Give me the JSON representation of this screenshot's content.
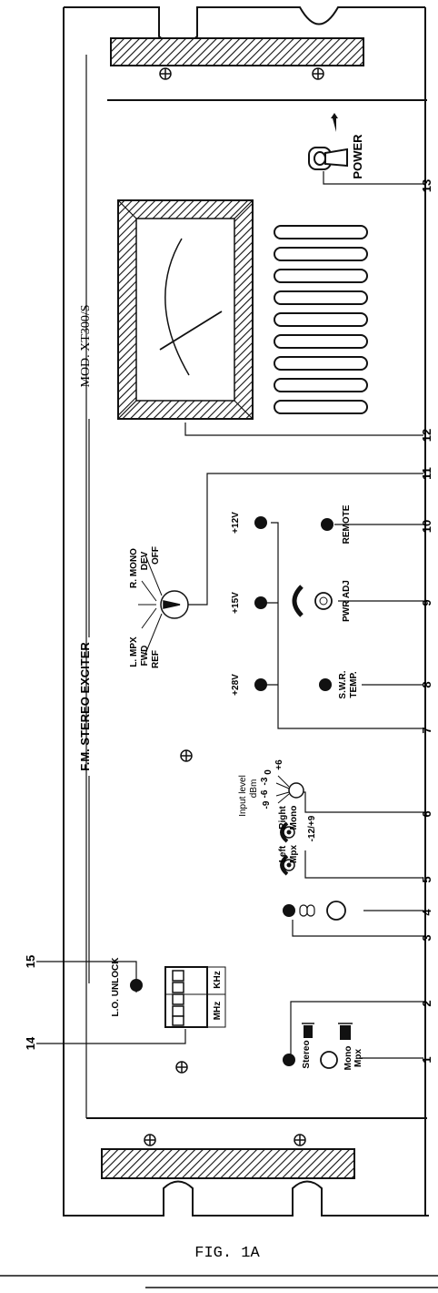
{
  "figure": {
    "caption": "FIG. 1A"
  },
  "panel": {
    "title": "F.M. STEREO EXCITER",
    "model": "MOD. XT300/S"
  },
  "power_switch": {
    "label": "POWER",
    "arrow": "↑"
  },
  "selector": {
    "labels": [
      "L. MPX",
      "FWD",
      "REF",
      "R. MONO",
      "DEV",
      "OFF"
    ]
  },
  "test_points": [
    "+28V",
    "+15V",
    "+12V"
  ],
  "pwr_adj": {
    "label": "PWR ADJ"
  },
  "leds": {
    "swr": "S.W.R.",
    "temp": "TEMP.",
    "remote": "REMOTE",
    "lo_unlock": "L.O. UNLOCK"
  },
  "input_level": {
    "title": "Input level",
    "unit": "dBm",
    "scale": [
      "-9",
      "-6",
      "-3",
      "0",
      "+6"
    ],
    "range": "-12/+9"
  },
  "inputs": {
    "left": "Left",
    "right": "Right",
    "mpx": "Mpx",
    "mono": "Mono"
  },
  "mode_switch": {
    "stereo": "Stereo",
    "mono": "Mono",
    "mpx": "Mpx"
  },
  "freq_display": {
    "mhz": "MHz",
    "khz": "KHz"
  },
  "callouts": [
    "1",
    "2",
    "3",
    "4",
    "5",
    "6",
    "7",
    "8",
    "9",
    "10",
    "11",
    "12",
    "13",
    "14",
    "15"
  ]
}
